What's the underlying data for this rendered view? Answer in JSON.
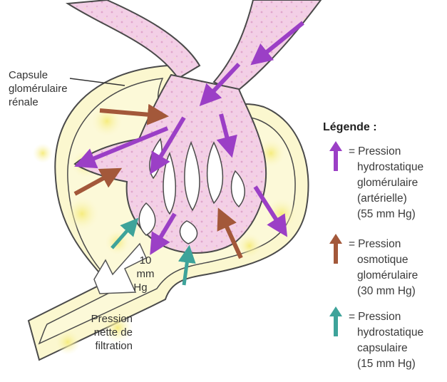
{
  "figure": {
    "capsule_label": [
      "Capsule",
      "glomérulaire",
      "rénale"
    ],
    "pressure_value_label": [
      "10",
      "mm",
      "Hg"
    ],
    "net_label": [
      "Pression",
      "nette de",
      "filtration"
    ]
  },
  "legend": {
    "title": "Légende :",
    "equals": "=",
    "items": [
      {
        "icon": "purple-up-arrow-icon",
        "color": "#9b3fc6",
        "lines": [
          "Pression",
          "hydrostatique",
          "glomérulaire",
          "(artérielle)",
          "(55 mm Hg)"
        ]
      },
      {
        "icon": "brown-up-arrow-icon",
        "color": "#a3583a",
        "lines": [
          "Pression",
          "osmotique",
          "glomérulaire",
          "(30 mm Hg)"
        ]
      },
      {
        "icon": "teal-up-arrow-icon",
        "color": "#3ea39a",
        "lines": [
          "Pression",
          "hydrostatique",
          "capsulaire",
          "(15 mm Hg)"
        ]
      }
    ]
  },
  "colors": {
    "capillary_fill": "#f1c9e2",
    "capsule_fill": "#fbf6c0",
    "outline": "#4a4a4a",
    "purple_arrow": "#9b3fc6",
    "brown_arrow": "#a3583a",
    "teal_arrow": "#3ea39a"
  }
}
